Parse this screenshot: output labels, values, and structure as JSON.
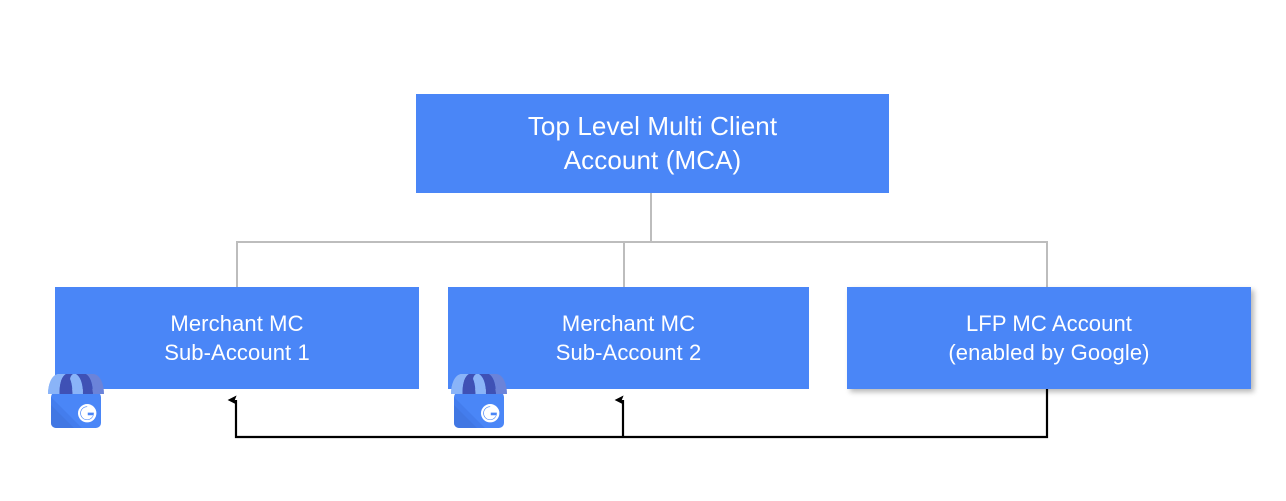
{
  "diagram": {
    "title_hidden": "Google Merchant Center account hierarchy",
    "colors": {
      "node_blue": "#4A86F7",
      "connector_gray": "#BDBDBD",
      "arrow_black": "#000000",
      "node_text": "#FFFFFF",
      "gmb_icon_light_blue": "#8AB4F8",
      "gmb_icon_dark_blue": "#3F51B5",
      "gmb_icon_body_blue": "#4A86F7"
    },
    "nodes": [
      {
        "id": "mca",
        "label": "Top Level Multi Client\nAccount (MCA)",
        "level": "root"
      },
      {
        "id": "sub1",
        "label": "Merchant MC\nSub-Account 1",
        "level": "child",
        "icon": "google-my-business-icon"
      },
      {
        "id": "sub2",
        "label": "Merchant MC\nSub-Account 2",
        "level": "child",
        "icon": "google-my-business-icon"
      },
      {
        "id": "lfp",
        "label": "LFP MC Account\n(enabled by Google)",
        "level": "child"
      }
    ],
    "connectors": [
      {
        "from": "mca",
        "to": "sub1",
        "style": "gray-elbow"
      },
      {
        "from": "mca",
        "to": "sub2",
        "style": "gray-elbow"
      },
      {
        "from": "mca",
        "to": "lfp",
        "style": "gray-elbow"
      },
      {
        "from": "lfp",
        "to": "sub1",
        "style": "black-arrow"
      },
      {
        "from": "lfp",
        "to": "sub2",
        "style": "black-arrow"
      }
    ],
    "icons": [
      {
        "name": "google-my-business-icon",
        "attached_to": "sub1",
        "glyph": "G"
      },
      {
        "name": "google-my-business-icon",
        "attached_to": "sub2",
        "glyph": "G"
      }
    ]
  }
}
